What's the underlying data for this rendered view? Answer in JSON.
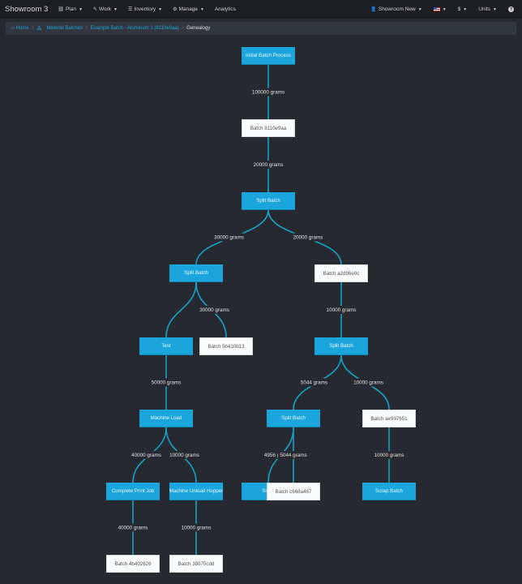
{
  "navbar": {
    "brand": "Showroom 3",
    "left_items": [
      {
        "label": "Plan",
        "icon": "binoculars-icon",
        "glyph": "⛓",
        "dropdown": true
      },
      {
        "label": "Work",
        "icon": "wrench-icon",
        "glyph": "🔧",
        "dropdown": true
      },
      {
        "label": "Inventory",
        "icon": "list-icon",
        "glyph": "☰",
        "dropdown": true
      },
      {
        "label": "Manage",
        "icon": "gear-icon",
        "glyph": "⚙",
        "dropdown": true
      },
      {
        "label": "Analytics",
        "icon": "",
        "glyph": "",
        "dropdown": false
      }
    ],
    "right_items": {
      "user": "Showroom New",
      "currency": "$",
      "units": "Units",
      "help_glyph": "?"
    }
  },
  "breadcrumb": {
    "items": [
      "Home",
      "Material Batches",
      "Example Batch - Aluminum 1 (8110e9aa)"
    ],
    "active": "Genealogy",
    "separator": "/"
  },
  "genealogy": {
    "colors": {
      "process": "#1aa6dc",
      "batch": "#fafbfc",
      "edge": "#16a3c8"
    },
    "nodes": [
      {
        "id": "n1",
        "label": "Initial Batch Process",
        "type": "process",
        "level": 0,
        "col": 4
      },
      {
        "id": "n2",
        "label": "Batch 8110e9aa",
        "type": "batch",
        "level": 1,
        "col": 4
      },
      {
        "id": "n3",
        "label": "Split Batch",
        "type": "process",
        "level": 2,
        "col": 4
      },
      {
        "id": "n4",
        "label": "Split Batch",
        "type": "process",
        "level": 3,
        "col": 2
      },
      {
        "id": "n5",
        "label": "Batch a2d96e0c",
        "type": "batch",
        "level": 3,
        "col": 6
      },
      {
        "id": "n6",
        "label": "Test",
        "type": "process",
        "level": 4,
        "col": 1
      },
      {
        "id": "n7",
        "label": "Batch 5b410b13",
        "type": "batch",
        "level": 4,
        "col": 3
      },
      {
        "id": "n8",
        "label": "Split Batch",
        "type": "process",
        "level": 4,
        "col": 6
      },
      {
        "id": "n9",
        "label": "Machine Load",
        "type": "process",
        "level": 5,
        "col": 1
      },
      {
        "id": "n10",
        "label": "Split Batch",
        "type": "process",
        "level": 5,
        "col": 5
      },
      {
        "id": "n11",
        "label": "Batch ae997651",
        "type": "batch",
        "level": 5,
        "col": 7
      },
      {
        "id": "n12",
        "label": "Complete Print Job",
        "type": "process",
        "level": 6,
        "col": 0
      },
      {
        "id": "n13",
        "label": "Machine Unload Hopper",
        "type": "process",
        "level": 6,
        "col": 2
      },
      {
        "id": "n14",
        "label": "Sieve",
        "type": "process",
        "level": 6,
        "col": 4
      },
      {
        "id": "n15",
        "label": "Batch c668a467",
        "type": "batch",
        "level": 6,
        "col": 5
      },
      {
        "id": "n16",
        "label": "Scrap Batch",
        "type": "process",
        "level": 6,
        "col": 7
      },
      {
        "id": "n17",
        "label": "Batch 4b402626",
        "type": "batch",
        "level": 7,
        "col": 0
      },
      {
        "id": "n18",
        "label": "Batch 38070cdd",
        "type": "batch",
        "level": 7,
        "col": 2
      }
    ],
    "edges": [
      {
        "from": "n1",
        "to": "n2",
        "label": "100000 grams"
      },
      {
        "from": "n2",
        "to": "n3",
        "label": "20000 grams"
      },
      {
        "from": "n3",
        "to": "n4",
        "label": "30000 grams"
      },
      {
        "from": "n3",
        "to": "n5",
        "label": "20000 grams"
      },
      {
        "from": "n4",
        "to": "n6",
        "label": ""
      },
      {
        "from": "n4",
        "to": "n7",
        "label": "30000 grams"
      },
      {
        "from": "n5",
        "to": "n8",
        "label": "10000 grams"
      },
      {
        "from": "n6",
        "to": "n9",
        "label": "50000 grams"
      },
      {
        "from": "n8",
        "to": "n10",
        "label": "5044 grams"
      },
      {
        "from": "n8",
        "to": "n11",
        "label": "10000 grams"
      },
      {
        "from": "n9",
        "to": "n12",
        "label": "40000 grams"
      },
      {
        "from": "n9",
        "to": "n13",
        "label": "10000 grams"
      },
      {
        "from": "n10",
        "to": "n14",
        "label": "4956 grams"
      },
      {
        "from": "n10",
        "to": "n15",
        "label": "5044 grams"
      },
      {
        "from": "n11",
        "to": "n16",
        "label": "10000 grams"
      },
      {
        "from": "n12",
        "to": "n17",
        "label": "40000 grams"
      },
      {
        "from": "n13",
        "to": "n18",
        "label": "10000 grams"
      }
    ]
  }
}
